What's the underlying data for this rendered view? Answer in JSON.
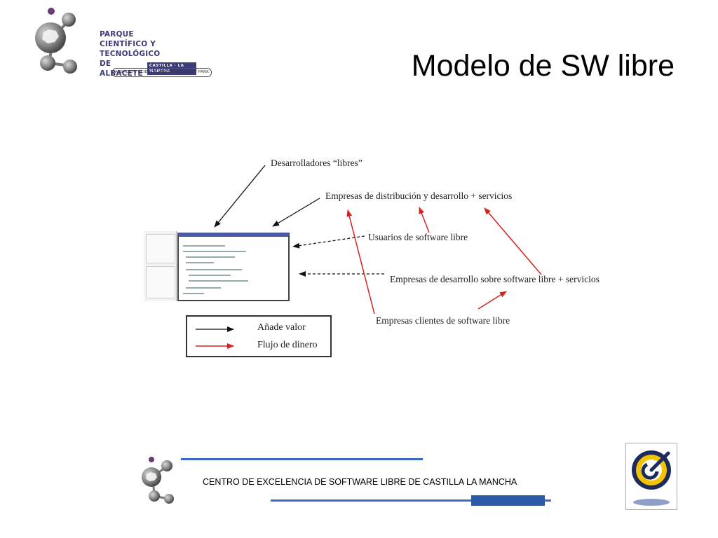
{
  "header": {
    "logo": {
      "line1": "PARQUE",
      "line2": "CIENTÍFICO Y TECNOLÓGICO",
      "line3": "DE ALBACETE",
      "badge": "CASTILLA · LA MANCHA",
      "subtitle": "ALBACETE SCIENCE AND TECHNOLOGY PARK",
      "colors": {
        "text": "#3c3c7a",
        "spheres": "#8a8a8a",
        "dot": "#6b3a78"
      }
    },
    "title": "Modelo de SW libre"
  },
  "diagram": {
    "labels": {
      "devs": "Desarrolladores “libres”",
      "distribution": "Empresas de distribución y desarrollo + servicios",
      "users": "Usuarios de software libre",
      "dev_companies": "Empresas de desarrollo sobre software libre + servicios",
      "clients": "Empresas clientes de software libre"
    },
    "legend": {
      "adds_value": "Añade valor",
      "money_flow": "Flujo de dinero",
      "colors": {
        "value": "#111111",
        "money": "#d62020"
      }
    }
  },
  "footer": {
    "text": "CENTRO DE EXCELENCIA DE SOFTWARE LIBRE DE CASTILLA LA MANCHA",
    "colors": {
      "line": "#3a6bc4",
      "block": "#2a5aa8"
    }
  }
}
